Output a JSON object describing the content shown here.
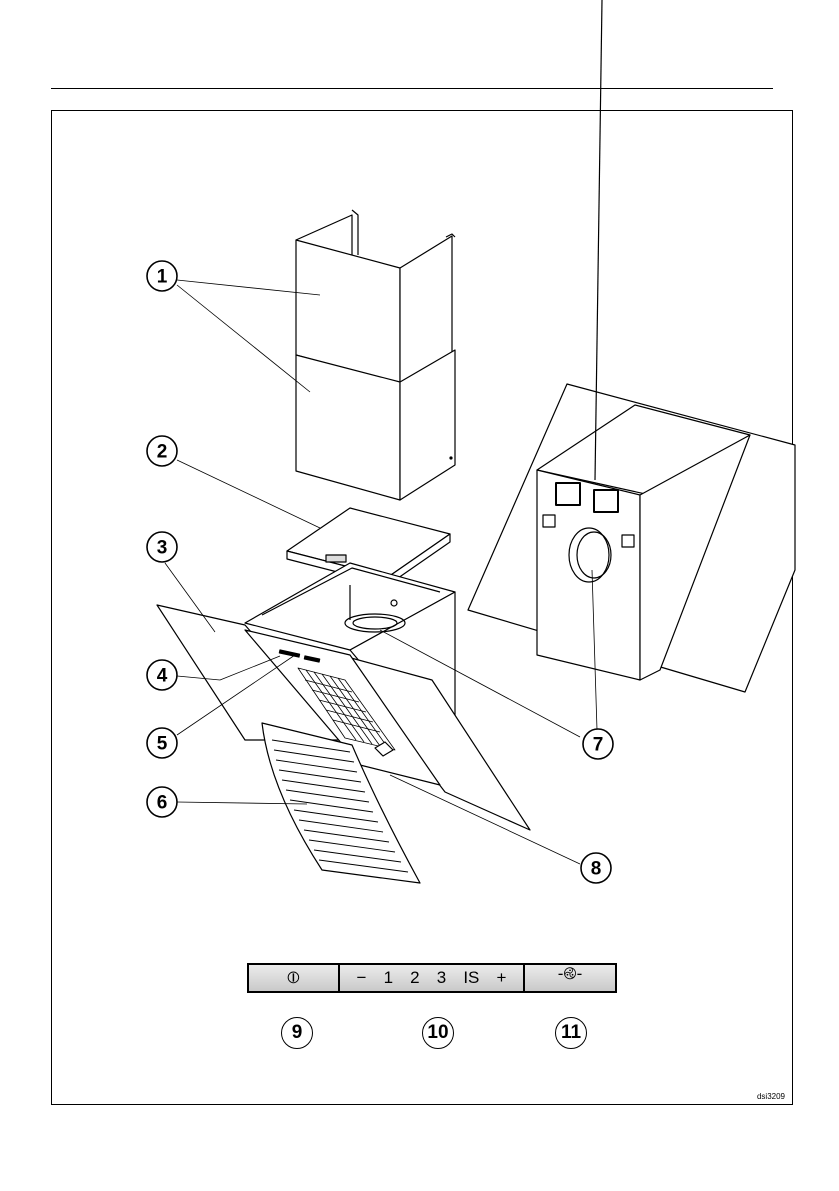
{
  "figure": {
    "code": "dsi3209",
    "callouts": [
      {
        "number": "1",
        "part": "chimney-sections"
      },
      {
        "number": "2",
        "part": "carbon-filter"
      },
      {
        "number": "3",
        "part": "glass-panel"
      },
      {
        "number": "4",
        "part": "control-panel-indicator"
      },
      {
        "number": "5",
        "part": "control-panel-buttons"
      },
      {
        "number": "6",
        "part": "grease-filter"
      },
      {
        "number": "7",
        "part": "air-outlet-flange"
      },
      {
        "number": "8",
        "part": "lighting"
      }
    ]
  },
  "control_panel": {
    "power_button": {
      "icon": "power-icon",
      "glyph": "⦶",
      "label_number": "9"
    },
    "speed_buttons": {
      "items": [
        "−",
        "1",
        "2",
        "3",
        "IS",
        "+"
      ],
      "label_number": "10"
    },
    "light_button": {
      "icon": "light-icon",
      "glyph": "-࿋-",
      "label_number": "11"
    }
  }
}
